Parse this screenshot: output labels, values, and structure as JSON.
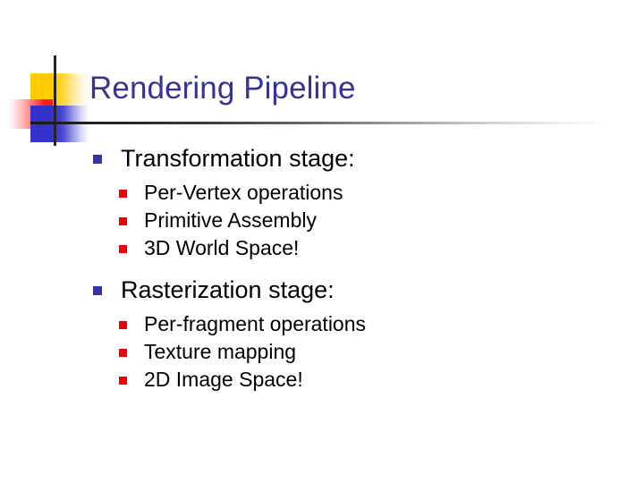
{
  "slide": {
    "title": "Rendering Pipeline",
    "title_color": "#333399",
    "background_color": "#FFFFFF",
    "body_text_color": "#000000"
  },
  "decoration": {
    "yellow_square": "#FFCC00",
    "blue_square": "#3333CC",
    "red_square": "#FF1A1A",
    "rule_color": "#262626"
  },
  "bullets": {
    "level1_marker_color": "#3333AA",
    "level2_marker_color": "#EE0000"
  },
  "outline": [
    {
      "label": "Transformation stage:",
      "children": [
        "Per-Vertex operations",
        "Primitive Assembly",
        "3D World Space!"
      ]
    },
    {
      "label": "Rasterization stage:",
      "children": [
        "Per-fragment operations",
        "Texture mapping",
        "2D Image Space!"
      ]
    }
  ]
}
